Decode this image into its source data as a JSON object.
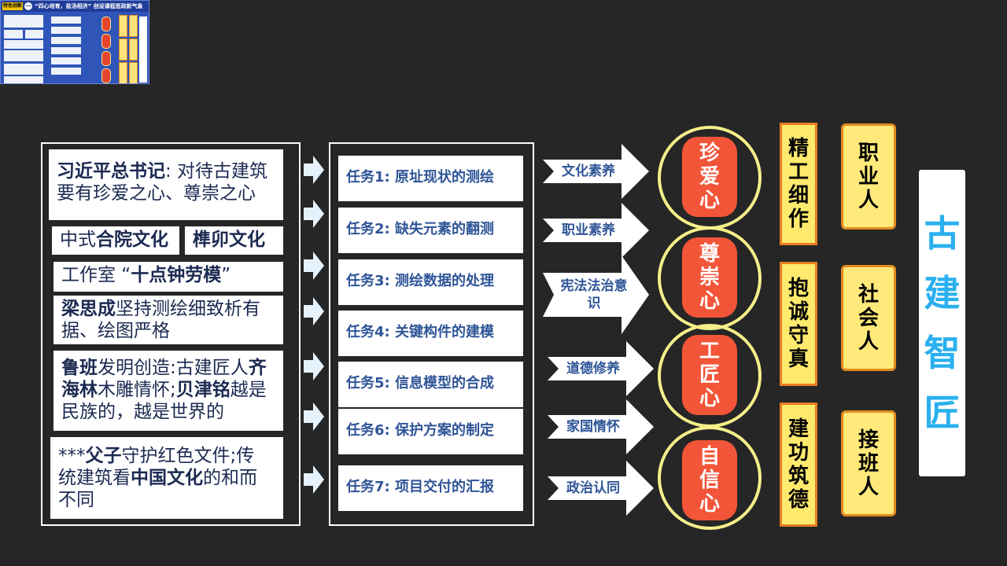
{
  "thumbnail": {
    "tag": "特色创新",
    "number": "一",
    "title": "“四心培育，盐汤相济” 创设课程思政新气象"
  },
  "quotes": [
    {
      "parts": [
        {
          "t": "习近平总书记",
          "b": true
        },
        {
          "t": ": 对待古建筑",
          "b": false
        }
      ],
      "line2": "要有珍爱之心、尊崇之心"
    },
    {
      "parts": [
        {
          "t": "中式",
          "b": false
        },
        {
          "t": "合院文化",
          "b": true
        }
      ]
    },
    {
      "parts": [
        {
          "t": "榫卯文化",
          "b": true
        }
      ]
    },
    {
      "parts": [
        {
          "t": "工作室 “",
          "b": false
        },
        {
          "t": "十点钟劳模",
          "b": true
        },
        {
          "t": "”",
          "b": false
        }
      ]
    },
    {
      "parts": [
        {
          "t": "梁思成",
          "b": true
        },
        {
          "t": "坚持测绘细致析有",
          "b": false
        }
      ],
      "line2": "据、绘图严格"
    },
    {
      "parts": [
        {
          "t": "鲁班",
          "b": true
        },
        {
          "t": "发明创造:古建匠人",
          "b": false
        },
        {
          "t": "齐",
          "b": true
        }
      ],
      "line2": "海林",
      "line2b": "木雕情怀;",
      "line2c": "贝津铭",
      "line2d": "越是",
      "line3": "民族的，越是世界的"
    },
    {
      "parts": [
        {
          "t": "***",
          "b": false
        },
        {
          "t": "父子",
          "b": true
        },
        {
          "t": "守护红色文件;传",
          "b": false
        }
      ],
      "line2": "统建筑看",
      "line2b": "中国文化",
      "line2c": "的和而",
      "line3": "不同"
    }
  ],
  "tasks": [
    "任务1:  原址现状的测绘",
    "任务2: 缺失元素的翻测",
    "任务3: 测绘数据的处理",
    "任务4: 关键构件的建模",
    "任务5: 信息模型的合成",
    "任务6: 保护方案的制定",
    "任务7: 项目交付的汇报"
  ],
  "arrows": [
    "文化素养",
    "职业素养",
    "宪法法治意识",
    "道德修养",
    "家国情怀",
    "政治认同"
  ],
  "hearts": [
    "珍爱心",
    "尊崇心",
    "工匠心",
    "自信心"
  ],
  "qualities": [
    "精工细作",
    "抱诚守真",
    "建功筑德"
  ],
  "roles": [
    "职业人",
    "社会人",
    "接班人"
  ],
  "goal": "古建智匠",
  "colors": {
    "background": "#262626",
    "heart": "#f25538",
    "ring": "#f5ef8a",
    "box_yellow": "#ffea6e",
    "box_border": "#e67e22",
    "task_text": "#2f5597",
    "goal_text": "#2ab0ee"
  }
}
